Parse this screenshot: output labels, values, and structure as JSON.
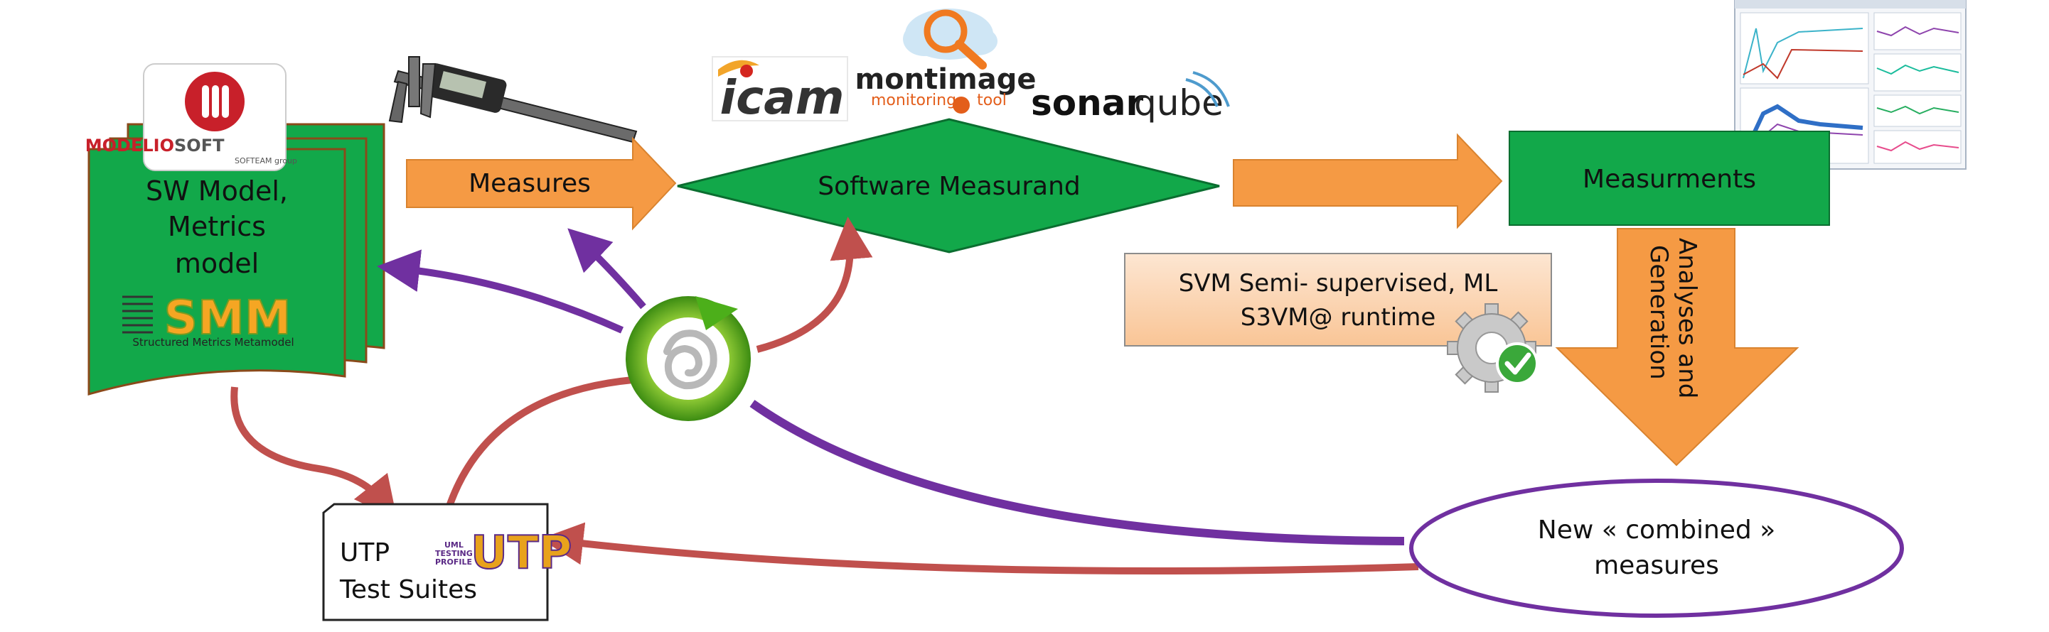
{
  "model_doc": {
    "logo_line1": "MODELIO",
    "logo_line2": "SOFT",
    "logo_sub": "SOFTEAM group",
    "title_line1": "SW Model,",
    "title_line2": "Metrics",
    "title_line3": "model",
    "smm_logo": "SMM",
    "smm_caption": "Structured Metrics Metamodel"
  },
  "measures_arrow": {
    "label": "Measures"
  },
  "measurand": {
    "label": "Software Measurand"
  },
  "tool_logos": {
    "icam": "icam",
    "montimage_name": "montimage",
    "montimage_tagline1": "monitoring",
    "montimage_tagline2": "tool",
    "sonar": "sonar",
    "qube": "qube"
  },
  "measurements": {
    "label": "Measurments"
  },
  "svm_box": {
    "line1": "SVM Semi- supervised, ML",
    "line2": "S3VM@ runtime"
  },
  "analyses_arrow": {
    "line1": "Analyses and",
    "line2": "Generation"
  },
  "new_measures": {
    "line1": "New « combined »",
    "line2": "measures"
  },
  "utp": {
    "line1": "UTP",
    "line2": "Test Suites",
    "logo_small1": "UML",
    "logo_small2": "TESTING",
    "logo_small3": "PROFILE",
    "logo_big": "UTP"
  },
  "colors": {
    "green": "#12a84a",
    "orange": "#f59a44",
    "red_arrow": "#c0504d",
    "purple_arrow": "#7030a0",
    "peach": "#fbd3b0"
  },
  "icons": {
    "caliper": "caliper-icon",
    "magnifier": "magnifier-cloud-icon",
    "gear_check": "gear-check-icon",
    "cycle": "green-cycle-icon",
    "screenshot": "monitoring-screenshot-icon"
  }
}
